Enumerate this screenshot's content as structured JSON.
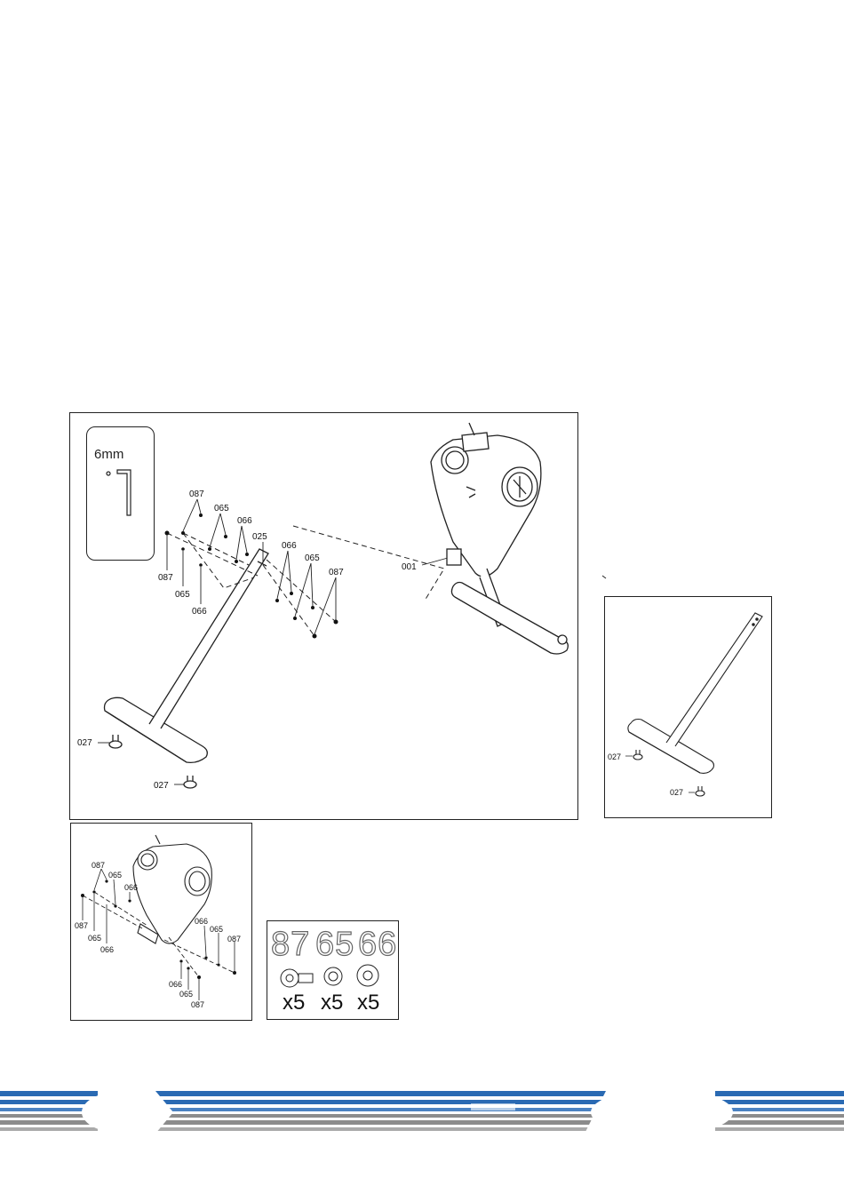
{
  "tool": {
    "label": "6mm"
  },
  "main_labels": {
    "p087_top": "087",
    "p065_top": "065",
    "p066_top": "066",
    "p025": "025",
    "p087_left": "087",
    "p065_left": "065",
    "p066_left": "066",
    "p066_right": "066",
    "p065_right": "065",
    "p087_right": "087",
    "p001": "001",
    "p027_left": "027",
    "p027_bottom": "027"
  },
  "detail_labels": {
    "p027_left": "027",
    "p027_bottom": "027"
  },
  "small_labels": {
    "p087_a": "087",
    "p065_a": "065",
    "p066_a": "066",
    "p087_b": "087",
    "p065_b": "065",
    "p066_b": "066",
    "p066_c": "066",
    "p065_c": "065",
    "p087_c": "087",
    "p066_d": "066",
    "p065_d": "065",
    "p087_d": "087"
  },
  "hardware": {
    "items": [
      {
        "code": "87",
        "qty": "x5"
      },
      {
        "code": "65",
        "qty": "x5"
      },
      {
        "code": "66",
        "qty": "x5"
      }
    ]
  },
  "colors": {
    "footer_blue": "#2a6ab3",
    "footer_gray": "#8c8c8c",
    "line": "#222222"
  }
}
